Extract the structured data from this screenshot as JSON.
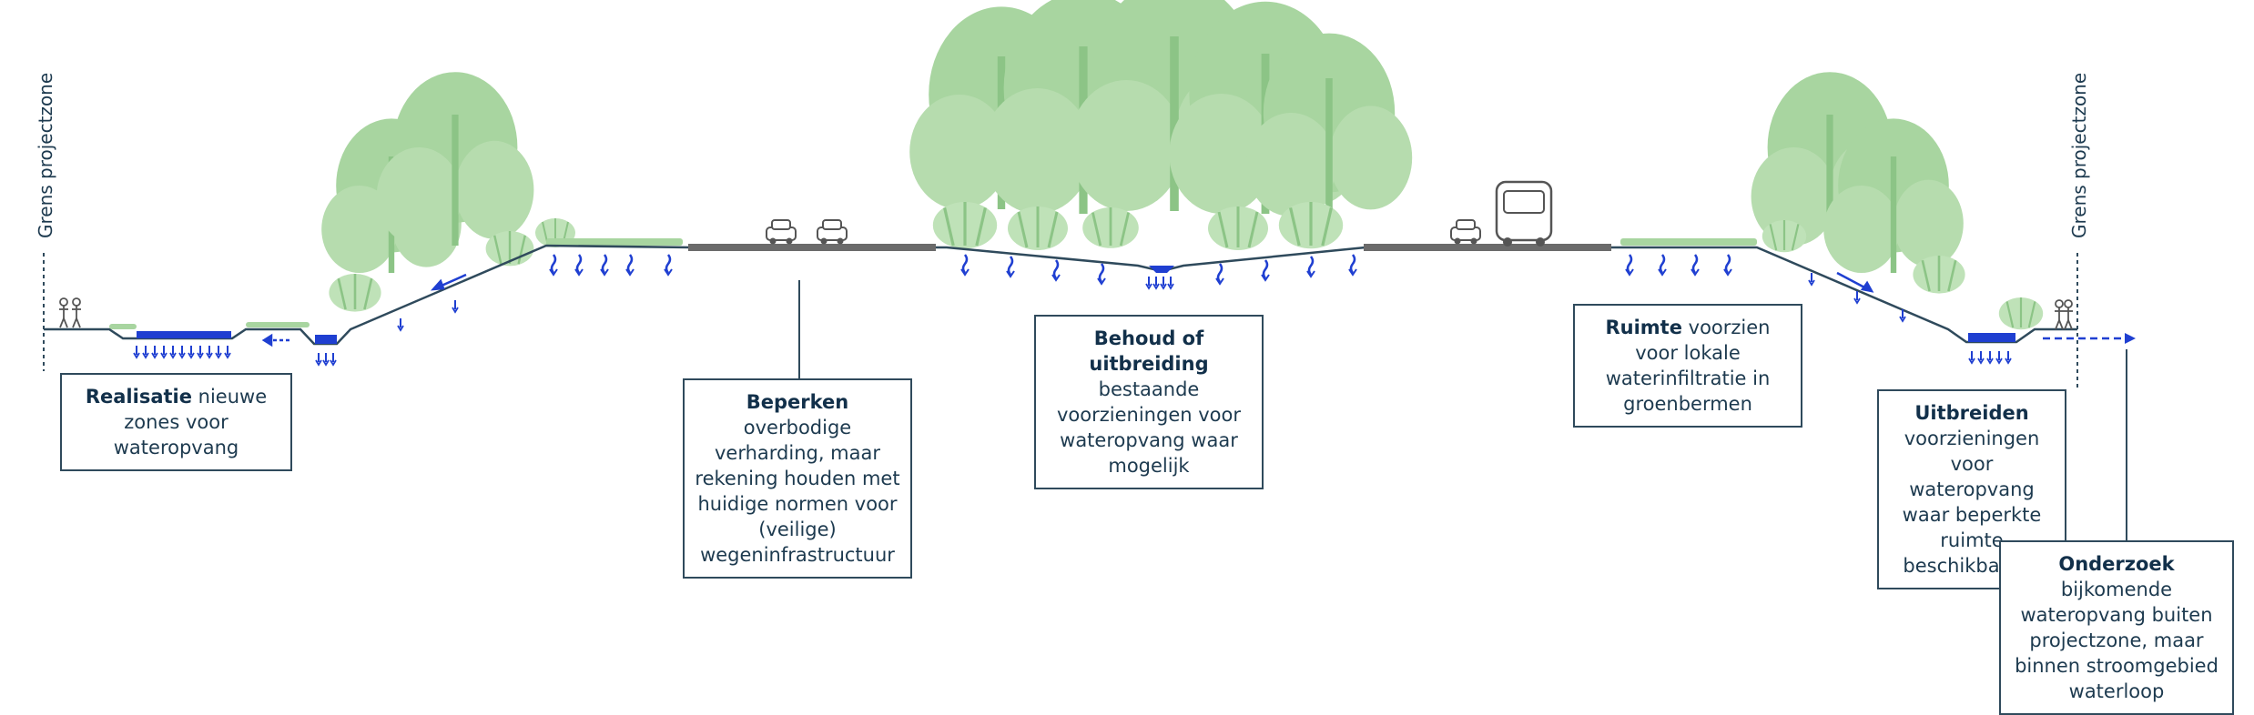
{
  "labels": {
    "boundary_left": "Grens projectzone",
    "boundary_right": "Grens projectzone"
  },
  "callouts": {
    "realisatie": {
      "title": "Realisatie",
      "text": " nieuwe zones voor wateropvang"
    },
    "beperken": {
      "title": "Beperken",
      "text": " overbodige verharding, maar rekening houden met huidige normen voor (veilige) wegeninfrastructuur"
    },
    "behoud": {
      "title": "Behoud of uitbreiding",
      "text": "bestaande voorzieningen voor wateropvang waar mogelijk"
    },
    "ruimte": {
      "title": "Ruimte",
      "text": " voorzien voor lokale waterinfiltratie in groenbermen"
    },
    "uitbreiden": {
      "title": "Uitbreiden",
      "text": "voorzieningen voor wateropvang waar beperkte ruimte beschikbaar is"
    },
    "onderzoek": {
      "title": "Onderzoek",
      "text": " bijkomende wateropvang buiten projectzone, maar binnen stroomgebied waterloop"
    }
  },
  "colors": {
    "vegetation": "#a8d5a0",
    "vegetation_dark": "#7fbf7a",
    "water": "#1f3fd1",
    "road": "#6b6b6b",
    "line": "#2f4a5c",
    "text": "#1d3a4f"
  }
}
